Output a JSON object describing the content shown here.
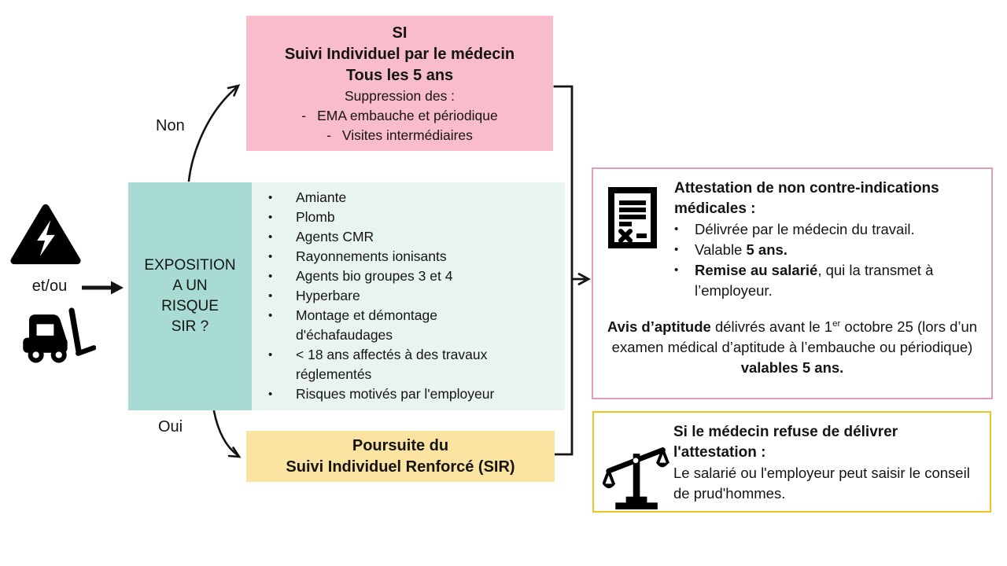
{
  "colors": {
    "pink_fill": "#F9BCCA",
    "teal_fill": "#A7DBD3",
    "pale_teal_fill": "#E9F4F1",
    "yellow_fill": "#FBE4A1",
    "pink_border": "#DE9EBD",
    "yellow_border": "#EEC324",
    "ink": "#141414"
  },
  "glyphs": {
    "bullet": "•",
    "dash": "-"
  },
  "left_panel": {
    "and_or_label": "et/ou"
  },
  "branch_labels": {
    "no": "Non",
    "yes": "Oui"
  },
  "decision_box": {
    "lines": [
      "EXPOSITION",
      "A UN",
      "RISQUE",
      "SIR ?"
    ]
  },
  "si_box": {
    "title_line1": "SI",
    "title_line2": "Suivi Individuel par le médecin",
    "title_line3": "Tous les 5 ans",
    "subtitle": "Suppression des :",
    "items": [
      "EMA embauche et périodique",
      "Visites intermédiaires"
    ]
  },
  "risk_list": [
    "Amiante",
    "Plomb",
    "Agents CMR",
    "Rayonnements ionisants",
    "Agents bio groupes 3 et 4",
    "Hyperbare",
    "Montage et démontage d'échafaudages",
    "< 18 ans affectés à des travaux réglementés",
    "Risques motivés par l'employeur"
  ],
  "sir_box": {
    "line1": "Poursuite du",
    "line2": "Suivi Individuel Renforcé (SIR)"
  },
  "attestation_box": {
    "title_line1": "Attestation de non contre-indications",
    "title_line2": "médicales :",
    "bullet1": "Délivrée par le médecin du travail.",
    "bullet2_pre": "Valable ",
    "bullet2_bold": "5 ans.",
    "bullet3_bold": "Remise au salarié",
    "bullet3_rest": ", qui la transmet à l’employeur.",
    "note_bold1": "Avis d’aptitude",
    "note_part1": " délivrés avant le 1",
    "note_sup": "er",
    "note_part2": " octobre 25 (lors d’un examen médical d’aptitude à l’embauche ou périodique) ",
    "note_bold2": "valables 5 ans."
  },
  "refusal_box": {
    "title": "Si le médecin refuse de délivrer l'attestation :",
    "body": "Le salarié ou l'employeur peut saisir le conseil de prud'hommes."
  }
}
